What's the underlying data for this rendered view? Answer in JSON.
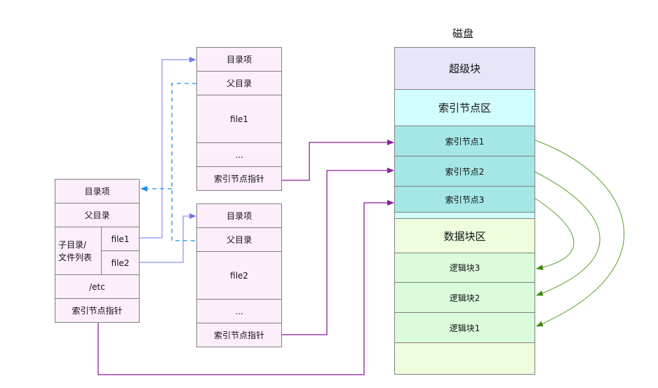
{
  "colors": {
    "dir_box": "#fdeefc",
    "superblock": "#e6e6fa",
    "inode_area": "#d1fdfd",
    "inode": "#a5e6e6",
    "data_area": "#eefedd",
    "logical_block": "#dbfcdb",
    "link_solid": "#7076f0",
    "link_dashed": "#1e8fe6",
    "pointer_line": "#8b1f9a",
    "block_link": "#4a9a1a"
  },
  "disk": {
    "title": "磁盘",
    "superblock": "超级块",
    "inode_area": "索引节点区",
    "inodes": [
      "索引节点1",
      "索引节点2",
      "索引节点3"
    ],
    "data_area": "数据块区",
    "blocks": [
      "逻辑块3",
      "逻辑块2",
      "逻辑块1"
    ]
  },
  "root_dir": {
    "entry": "目录项",
    "parent": "父目录",
    "children_label": "子目录/\n文件列表",
    "children_line1": "子目录/",
    "children_line2": "文件列表",
    "files": [
      "file1",
      "file2"
    ],
    "name": "/etc",
    "inode_ptr": "索引节点指针"
  },
  "file1_dentry": {
    "entry": "目录项",
    "parent": "父目录",
    "name": "file1",
    "ellipsis": "...",
    "inode_ptr": "索引节点指针"
  },
  "file2_dentry": {
    "entry": "目录项",
    "parent": "父目录",
    "name": "file2",
    "ellipsis": "...",
    "inode_ptr": "索引节点指针"
  }
}
